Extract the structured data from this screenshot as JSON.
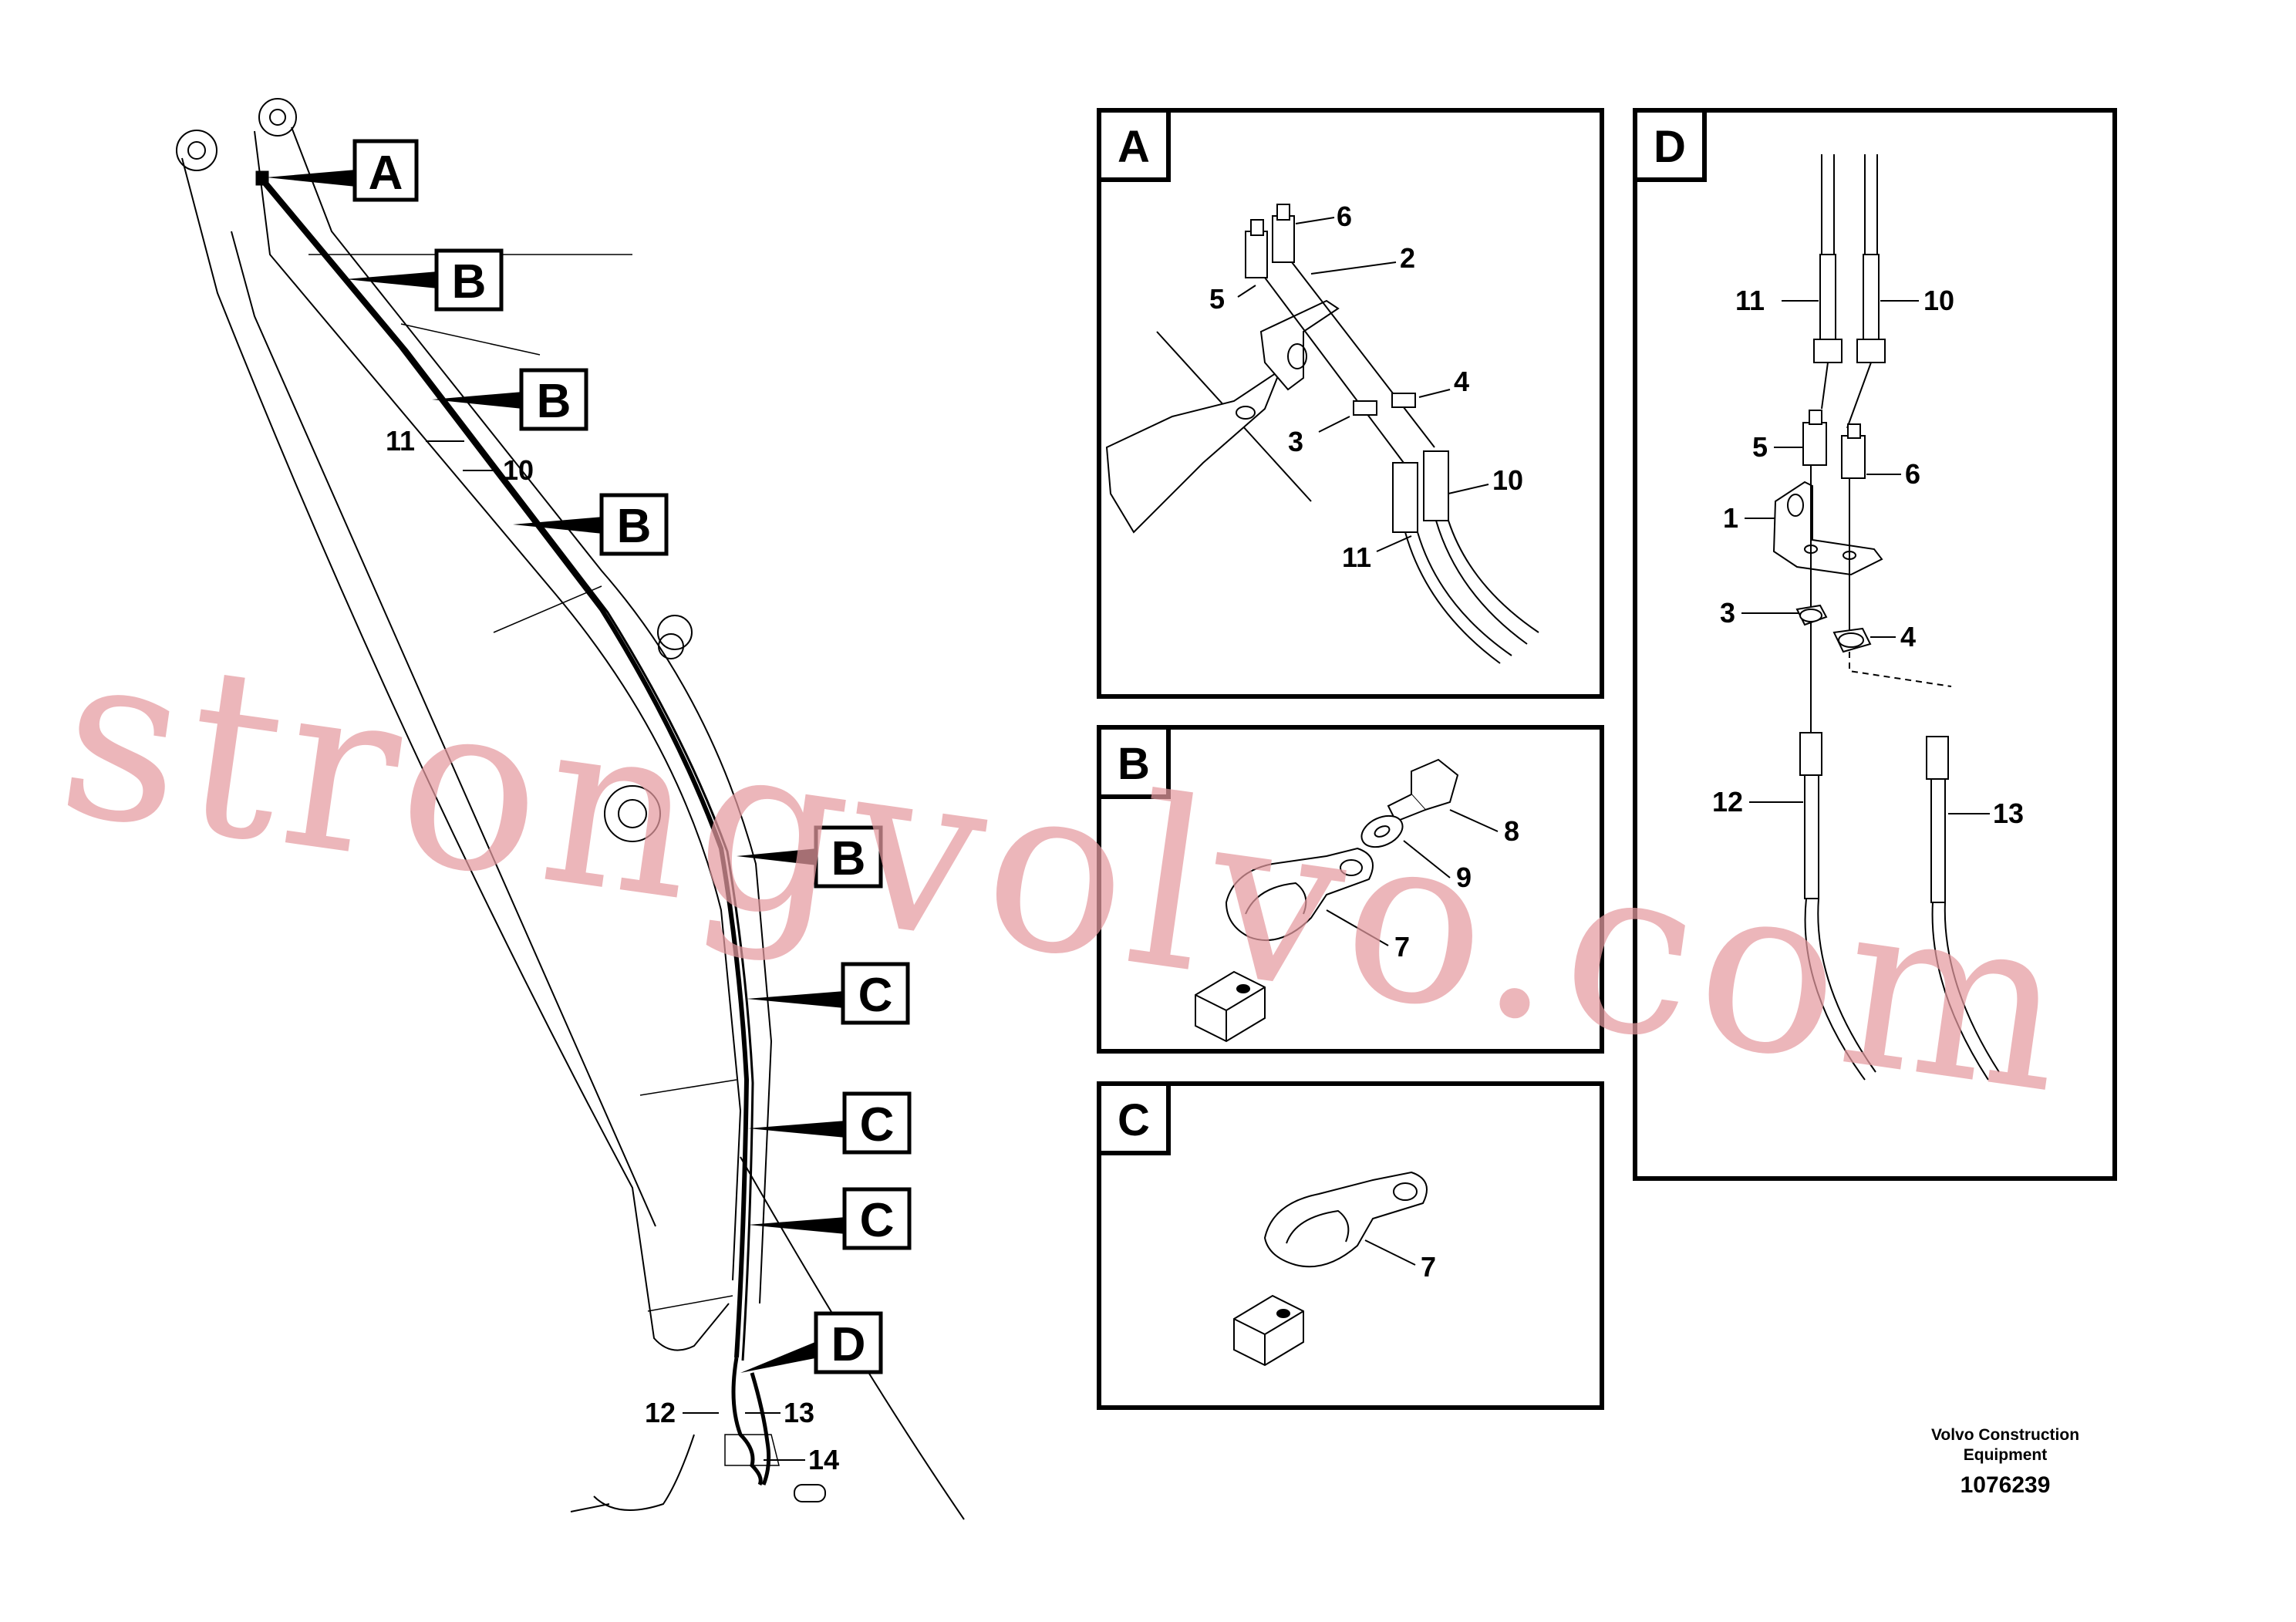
{
  "callouts": {
    "a1": "A",
    "b1": "B",
    "b2": "B",
    "b3": "B",
    "b4": "B",
    "c1": "C",
    "c2": "C",
    "c3": "C",
    "d1": "D"
  },
  "main_numbers": {
    "n11": "11",
    "n10": "10",
    "n12": "12",
    "n13": "13",
    "n14": "14"
  },
  "panels": {
    "A": {
      "letter": "A",
      "numbers": {
        "n6": "6",
        "n2": "2",
        "n5": "5",
        "n4": "4",
        "n3": "3",
        "n10": "10",
        "n11": "11"
      }
    },
    "B": {
      "letter": "B",
      "numbers": {
        "n8": "8",
        "n9": "9",
        "n7": "7"
      }
    },
    "C": {
      "letter": "C",
      "numbers": {
        "n7": "7"
      }
    },
    "D": {
      "letter": "D",
      "numbers": {
        "n11": "11",
        "n10": "10",
        "n5": "5",
        "n6": "6",
        "n1": "1",
        "n3": "3",
        "n4": "4",
        "n12": "12",
        "n13": "13"
      }
    }
  },
  "footer": {
    "company_line1": "Volvo Construction",
    "company_line2": "Equipment",
    "doc_number": "1076239"
  },
  "watermark": "strongvolvo.com"
}
